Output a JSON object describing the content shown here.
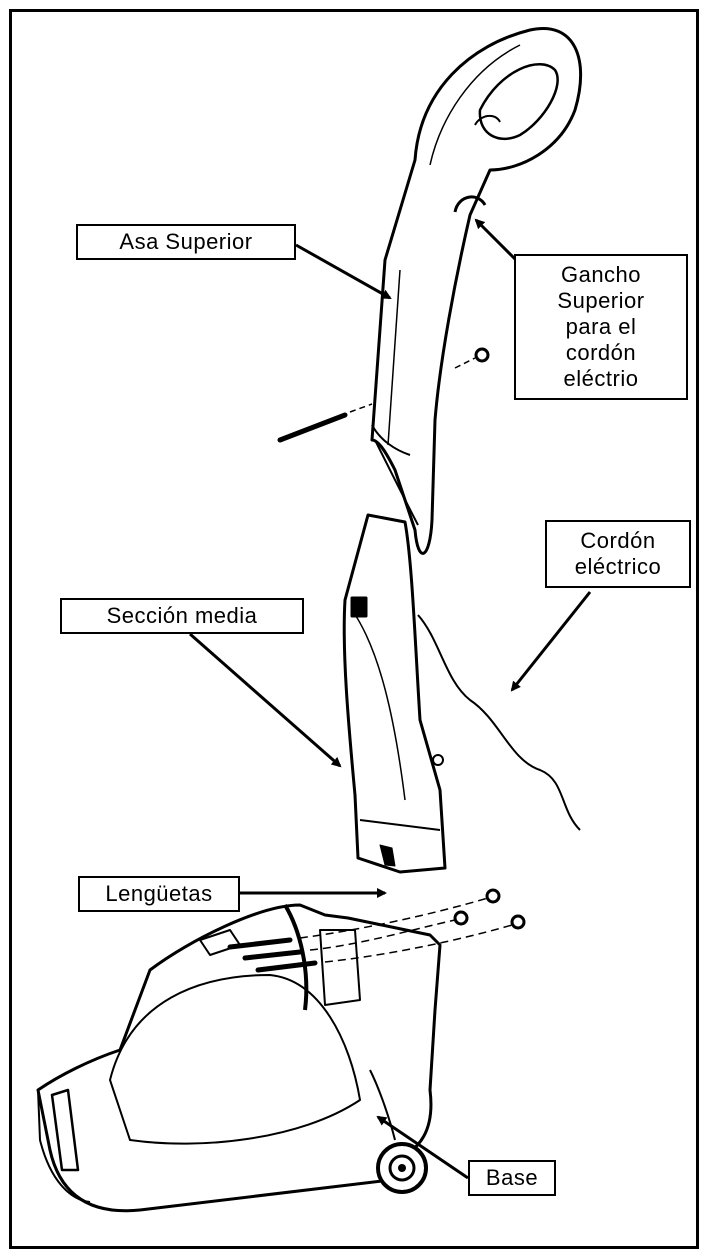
{
  "labels": {
    "asa_superior": "Asa Superior",
    "gancho": [
      "Gancho",
      "Superior",
      "para el",
      "cordón",
      "eléctrio"
    ],
    "cordon": [
      "Cordón",
      "eléctrico"
    ],
    "seccion_media": "Sección media",
    "lenguetas": "Lengüetas",
    "base": "Base"
  }
}
